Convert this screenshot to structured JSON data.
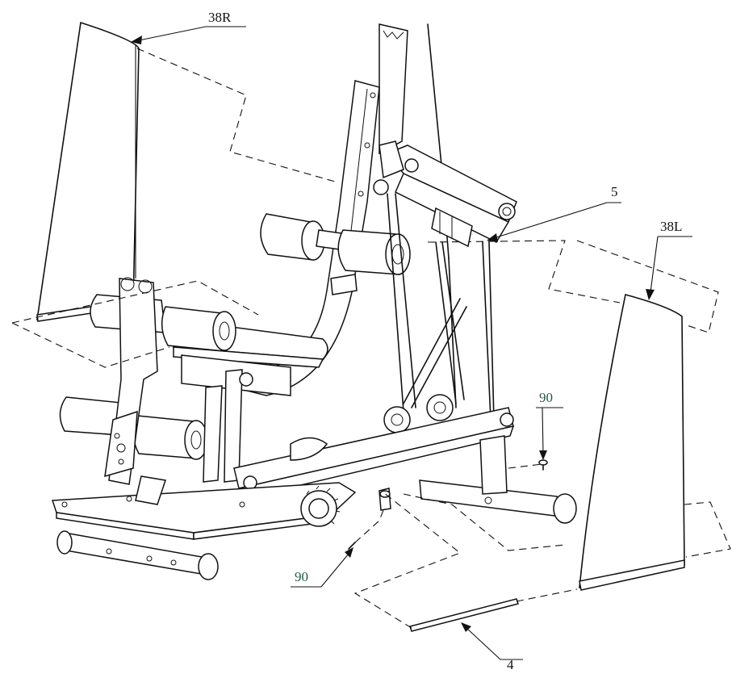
{
  "callouts": {
    "c38r": "38R",
    "c5": "5",
    "c38l": "38L",
    "c90a": "90",
    "c90b": "90",
    "c4": "4"
  },
  "colors": {
    "line": "#111111",
    "callout_green": "#1f5c45",
    "background": "#ffffff"
  }
}
